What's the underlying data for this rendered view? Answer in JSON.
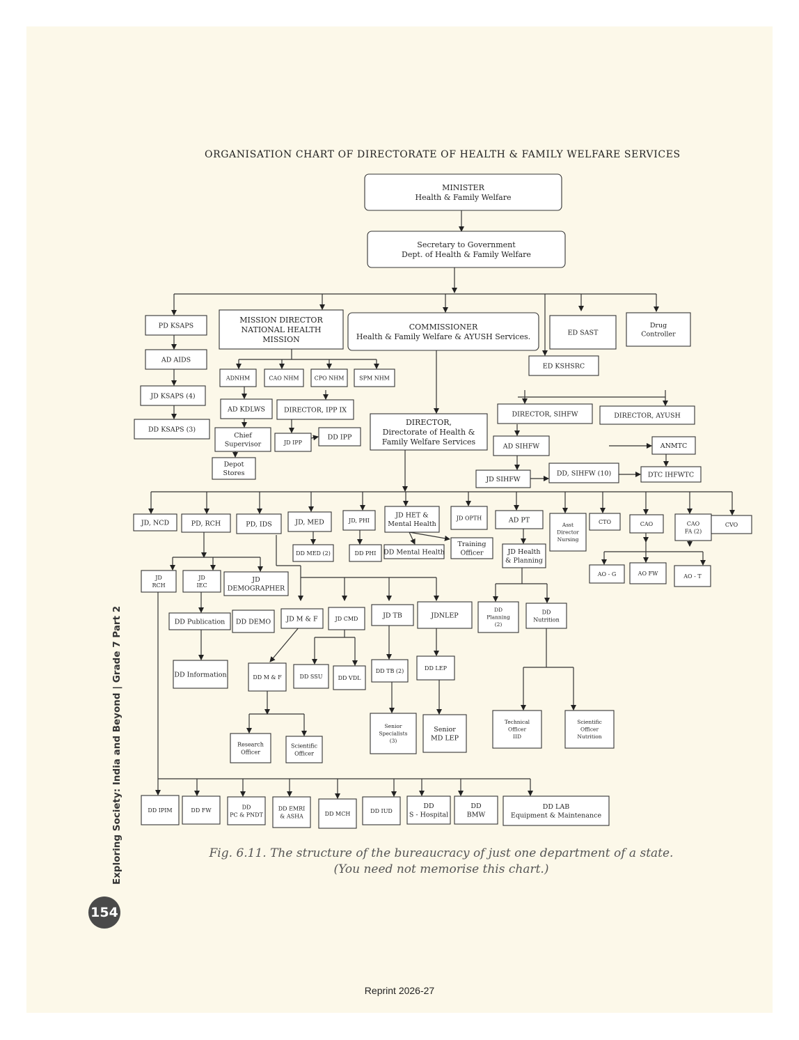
{
  "diagram": {
    "title": "ORGANISATION CHART OF DIRECTORATE OF HEALTH & FAMILY WELFARE SERVICES",
    "nodes": [
      {
        "id": "minister",
        "lines": [
          "MINISTER",
          "Health & Family Welfare"
        ]
      },
      {
        "id": "secretary",
        "lines": [
          "Secretary to Government",
          "Dept. of Health & Family Welfare"
        ]
      },
      {
        "id": "pd_ksaps",
        "lines": [
          "PD KSAPS"
        ]
      },
      {
        "id": "ad_aids",
        "lines": [
          "AD AIDS"
        ]
      },
      {
        "id": "jd_ksaps",
        "lines": [
          "JD KSAPS (4)"
        ]
      },
      {
        "id": "dd_ksaps",
        "lines": [
          "DD KSAPS (3)"
        ]
      },
      {
        "id": "mission_director",
        "lines": [
          "MISSION DIRECTOR",
          "NATIONAL HEALTH",
          "MISSION"
        ]
      },
      {
        "id": "commissioner",
        "lines": [
          "COMMISSIONER",
          "Health & Family Welfare & AYUSH Services."
        ]
      },
      {
        "id": "ed_sast",
        "lines": [
          "ED SAST"
        ]
      },
      {
        "id": "drug_controller",
        "lines": [
          "Drug",
          "Controller"
        ]
      },
      {
        "id": "ed_kshsrc",
        "lines": [
          "ED KSHSRC"
        ]
      },
      {
        "id": "adnhm",
        "lines": [
          "ADNHM"
        ]
      },
      {
        "id": "cao_nhm",
        "lines": [
          "CAO NHM"
        ]
      },
      {
        "id": "cpo_nhm",
        "lines": [
          "CPO NHM"
        ]
      },
      {
        "id": "spm_nhm",
        "lines": [
          "SPM NHM"
        ]
      },
      {
        "id": "ad_kdlws",
        "lines": [
          "AD KDLWS"
        ]
      },
      {
        "id": "director_ipp",
        "lines": [
          "DIRECTOR, IPP IX"
        ]
      },
      {
        "id": "chief_supervisor",
        "lines": [
          "Chief",
          "Supervisor"
        ]
      },
      {
        "id": "jd_ipp",
        "lines": [
          "JD IPP"
        ]
      },
      {
        "id": "dd_ipp",
        "lines": [
          "DD IPP"
        ]
      },
      {
        "id": "depot_stores",
        "lines": [
          "Depot",
          "Stores"
        ]
      },
      {
        "id": "director_dhfws",
        "lines": [
          "DIRECTOR,",
          "Directorate of Health &",
          "Family Welfare Services"
        ]
      },
      {
        "id": "director_sihfw",
        "lines": [
          "DIRECTOR, SIHFW"
        ]
      },
      {
        "id": "director_ayush",
        "lines": [
          "DIRECTOR, AYUSH"
        ]
      },
      {
        "id": "ad_sihfw",
        "lines": [
          "AD SIHFW"
        ]
      },
      {
        "id": "anmtc",
        "lines": [
          "ANMTC"
        ]
      },
      {
        "id": "jd_sihfw",
        "lines": [
          "JD SIHFW"
        ]
      },
      {
        "id": "dd_sihfw",
        "lines": [
          "DD, SIHFW (10)"
        ]
      },
      {
        "id": "dtc_ihfwtc",
        "lines": [
          "DTC IHFWTC"
        ]
      },
      {
        "id": "jd_ncd",
        "lines": [
          "JD, NCD"
        ]
      },
      {
        "id": "pd_rch",
        "lines": [
          "PD, RCH"
        ]
      },
      {
        "id": "pd_ids",
        "lines": [
          "PD, IDS"
        ]
      },
      {
        "id": "jd_med",
        "lines": [
          "JD, MED"
        ]
      },
      {
        "id": "jd_phi",
        "lines": [
          "JD, PHI"
        ]
      },
      {
        "id": "jd_het",
        "lines": [
          "JD HET &",
          "Mental Health"
        ]
      },
      {
        "id": "jd_opth",
        "lines": [
          "JD OPTH"
        ]
      },
      {
        "id": "ad_pt",
        "lines": [
          "AD PT"
        ]
      },
      {
        "id": "asst_director_nursing",
        "lines": [
          "Asst",
          "Director",
          "Nursing"
        ]
      },
      {
        "id": "cto",
        "lines": [
          "CTO"
        ]
      },
      {
        "id": "cao",
        "lines": [
          "CAO"
        ]
      },
      {
        "id": "cao_fa",
        "lines": [
          "CAO",
          "FA (2)"
        ]
      },
      {
        "id": "cvo",
        "lines": [
          "CVO"
        ]
      },
      {
        "id": "dd_med",
        "lines": [
          "DD MED (2)"
        ]
      },
      {
        "id": "dd_phi",
        "lines": [
          "DD PHI"
        ]
      },
      {
        "id": "dd_mental_health",
        "lines": [
          "DD Mental Health"
        ]
      },
      {
        "id": "training_officer",
        "lines": [
          "Training",
          "Officer"
        ]
      },
      {
        "id": "jd_health_planning",
        "lines": [
          "JD Health",
          "& Planning"
        ]
      },
      {
        "id": "ao_g",
        "lines": [
          "AO - G"
        ]
      },
      {
        "id": "ao_fw",
        "lines": [
          "AO FW"
        ]
      },
      {
        "id": "ao_t",
        "lines": [
          "AO - T"
        ]
      },
      {
        "id": "jd_rch",
        "lines": [
          "JD",
          "RCH"
        ]
      },
      {
        "id": "jd_iec",
        "lines": [
          "JD",
          "IEC"
        ]
      },
      {
        "id": "jd_demographer",
        "lines": [
          "JD",
          "DEMOGRAPHER"
        ]
      },
      {
        "id": "dd_publication",
        "lines": [
          "DD Publication"
        ]
      },
      {
        "id": "dd_demo",
        "lines": [
          "DD DEMO"
        ]
      },
      {
        "id": "jd_mf",
        "lines": [
          "JD M & F"
        ]
      },
      {
        "id": "jd_cmd",
        "lines": [
          "JD CMD"
        ]
      },
      {
        "id": "jd_tb",
        "lines": [
          "JD TB"
        ]
      },
      {
        "id": "jd_nlep",
        "lines": [
          "JDNLEP"
        ]
      },
      {
        "id": "dd_planning",
        "lines": [
          "DD",
          "Planning",
          "(2)"
        ]
      },
      {
        "id": "dd_nutrition",
        "lines": [
          "DD",
          "Nutrition"
        ]
      },
      {
        "id": "dd_information",
        "lines": [
          "DD Information"
        ]
      },
      {
        "id": "dd_mf",
        "lines": [
          "DD M & F"
        ]
      },
      {
        "id": "dd_ssu",
        "lines": [
          "DD SSU"
        ]
      },
      {
        "id": "dd_vdl",
        "lines": [
          "DD VDL"
        ]
      },
      {
        "id": "dd_tb",
        "lines": [
          "DD TB (2)"
        ]
      },
      {
        "id": "dd_lep",
        "lines": [
          "DD LEP"
        ]
      },
      {
        "id": "technical_officer_iid",
        "lines": [
          "Technical",
          "Officer",
          "IID"
        ]
      },
      {
        "id": "scientific_officer_nutrition",
        "lines": [
          "Scientific",
          "Officer",
          "Nutrition"
        ]
      },
      {
        "id": "research_officer",
        "lines": [
          "Research",
          "Officer"
        ]
      },
      {
        "id": "scientific_officer",
        "lines": [
          "Scientific",
          "Officer"
        ]
      },
      {
        "id": "senior_specialists",
        "lines": [
          "Senior",
          "Specialists",
          "(3)"
        ]
      },
      {
        "id": "senior_md_lep",
        "lines": [
          "Senior",
          "MD LEP"
        ]
      },
      {
        "id": "dd_ipim",
        "lines": [
          "DD IPIM"
        ]
      },
      {
        "id": "dd_fw",
        "lines": [
          "DD FW"
        ]
      },
      {
        "id": "dd_pc_pndt",
        "lines": [
          "DD",
          "PC & PNDT"
        ]
      },
      {
        "id": "dd_emri_asha",
        "lines": [
          "DD EMRI",
          "& ASHA"
        ]
      },
      {
        "id": "dd_mch",
        "lines": [
          "DD MCH"
        ]
      },
      {
        "id": "dd_iud",
        "lines": [
          "DD IUD"
        ]
      },
      {
        "id": "dd_s_hospital",
        "lines": [
          "DD",
          "S - Hospital"
        ]
      },
      {
        "id": "dd_bmw",
        "lines": [
          "DD",
          "BMW"
        ]
      },
      {
        "id": "dd_lab",
        "lines": [
          "DD LAB",
          "Equipment & Maintenance"
        ]
      }
    ]
  },
  "caption": {
    "line1": "Fig. 6.11.  The structure of the bureaucracy of just one department of a state.",
    "line2": "(You need not memorise this chart.)"
  },
  "book_title": "Exploring Society: India and Beyond | Grade 7 Part 2",
  "page_number": "154",
  "reprint": "Reprint 2026-27"
}
